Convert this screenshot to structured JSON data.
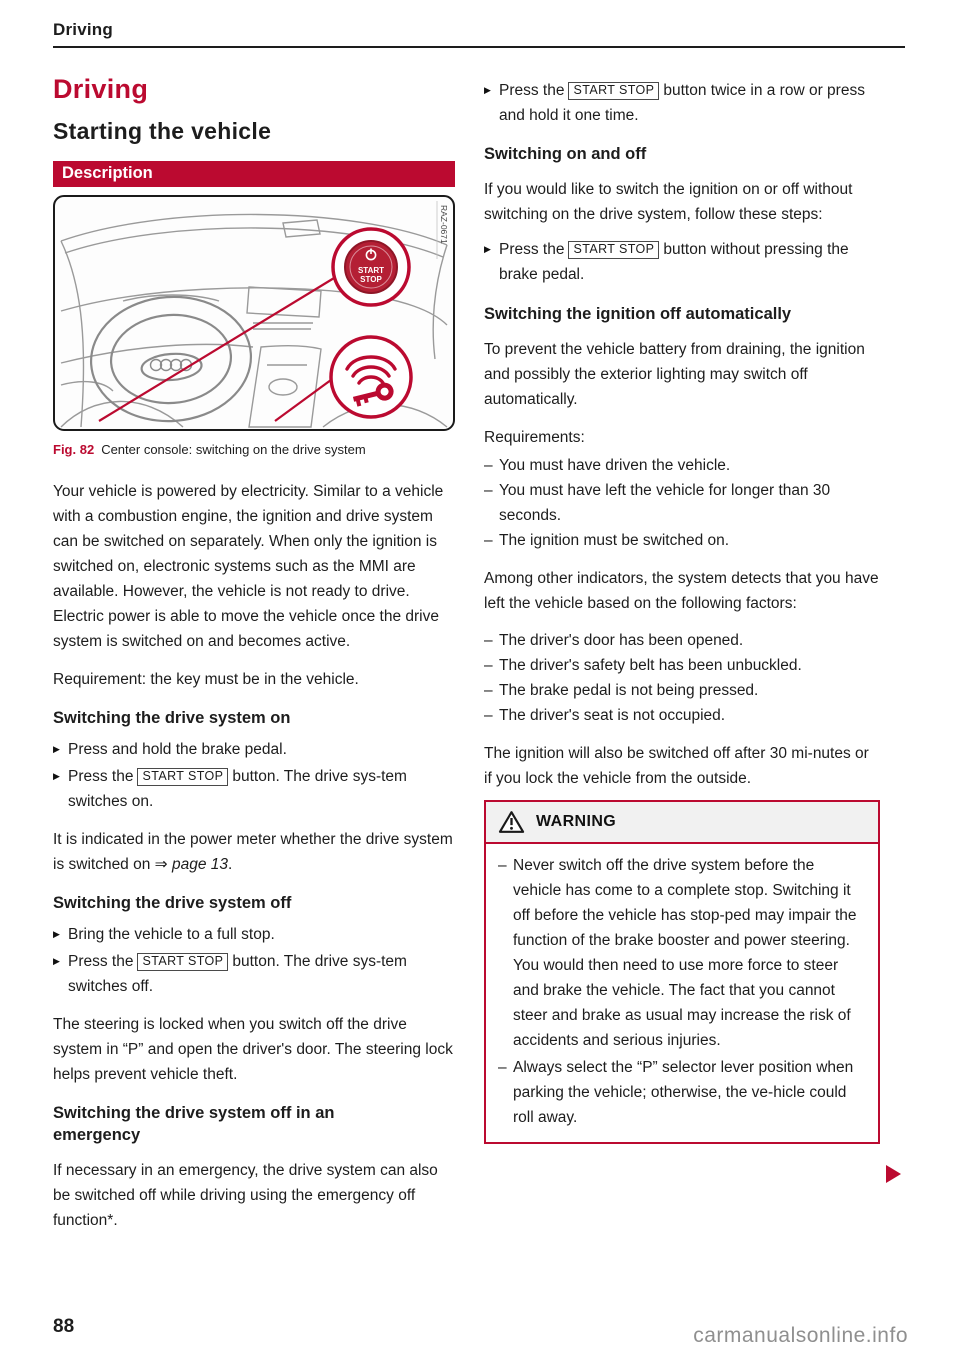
{
  "colors": {
    "accent_red": "#bb0a30"
  },
  "page": {
    "header_chapter": "Driving",
    "page_number": "88",
    "watermark": "carmanualsonline.info"
  },
  "left": {
    "title": "Driving",
    "subtitle": "Starting the vehicle",
    "banner": "Description",
    "figure": {
      "image_code": "RAZ-0671",
      "button_line1": "START",
      "button_line2": "STOP",
      "caption_label": "Fig. 82",
      "caption_text": "Center console: switching on the drive system"
    },
    "intro": "Your vehicle is powered by electricity. Similar to a vehicle with a combustion engine, the ignition and drive system can be switched on separately. When only the ignition is switched on, electronic systems such as the MMI are available. However, the vehicle is not ready to drive. Electric power is able to move the vehicle once the drive system is switched on and becomes active.",
    "requirement": "Requirement: the key must be in the vehicle.",
    "sec_on": {
      "heading": "Switching the drive system on",
      "bullet1": "Press and hold the brake pedal.",
      "bullet2_pre": "Press the",
      "bullet2_key": "START STOP",
      "bullet2_post": "button. The drive sys-tem switches on."
    },
    "indicator_pre": "It is indicated in the power meter whether the drive system is switched on ",
    "indicator_ref": "⇒ page 13",
    "indicator_post": ".",
    "sec_off": {
      "heading": "Switching the drive system off",
      "bullet1": "Bring the vehicle to a full stop.",
      "bullet2_pre": "Press the",
      "bullet2_key": "START STOP",
      "bullet2_post": "button. The drive sys-tem switches off."
    },
    "steering": "The steering is locked when you switch off the drive system in “P” and open the driver's door. The steering lock helps prevent vehicle theft.",
    "sec_emergency": {
      "heading": "Switching the drive system off in an emergency",
      "body": "If necessary in an emergency, the drive system can also be switched off while driving using the emergency off function*."
    }
  },
  "right": {
    "top_bullet": {
      "pre": "Press the",
      "key": "START STOP",
      "post": "button twice in a row or press and hold it one time."
    },
    "sec_onoff": {
      "heading": "Switching on and off",
      "body": "If you would like to switch the ignition on or off without switching on the drive system, follow these steps:",
      "bullet_pre": "Press the",
      "bullet_key": "START STOP",
      "bullet_post": "button without pressing the brake pedal."
    },
    "sec_auto": {
      "heading": "Switching the ignition off automatically",
      "body": "To prevent the vehicle battery from draining, the ignition and possibly the exterior lighting may switch off automatically.",
      "requirements_label": "Requirements:",
      "requirements": [
        "You must have driven the vehicle.",
        "You must have left the vehicle for longer than 30 seconds.",
        "The ignition must be switched on."
      ],
      "detect_intro": "Among other indicators, the system detects that you have left the vehicle based on the following factors:",
      "factors": [
        "The driver's door has been opened.",
        "The driver's safety belt has been unbuckled.",
        "The brake pedal is not being pressed.",
        "The driver's seat is not occupied."
      ],
      "outro": "The ignition will also be switched off after 30 mi-nutes or if you lock the vehicle from the outside."
    },
    "warning": {
      "title": "WARNING",
      "items": [
        "Never switch off the drive system before the vehicle has come to a complete stop. Switching it off before the vehicle has stop-ped may impair the function of the brake booster and power steering. You would then need to use more force to steer and brake the vehicle. The fact that you cannot steer and brake as usual may increase the risk of accidents and serious injuries.",
        "Always select the “P” selector lever position when parking the vehicle; otherwise, the ve-hicle could roll away."
      ]
    }
  }
}
